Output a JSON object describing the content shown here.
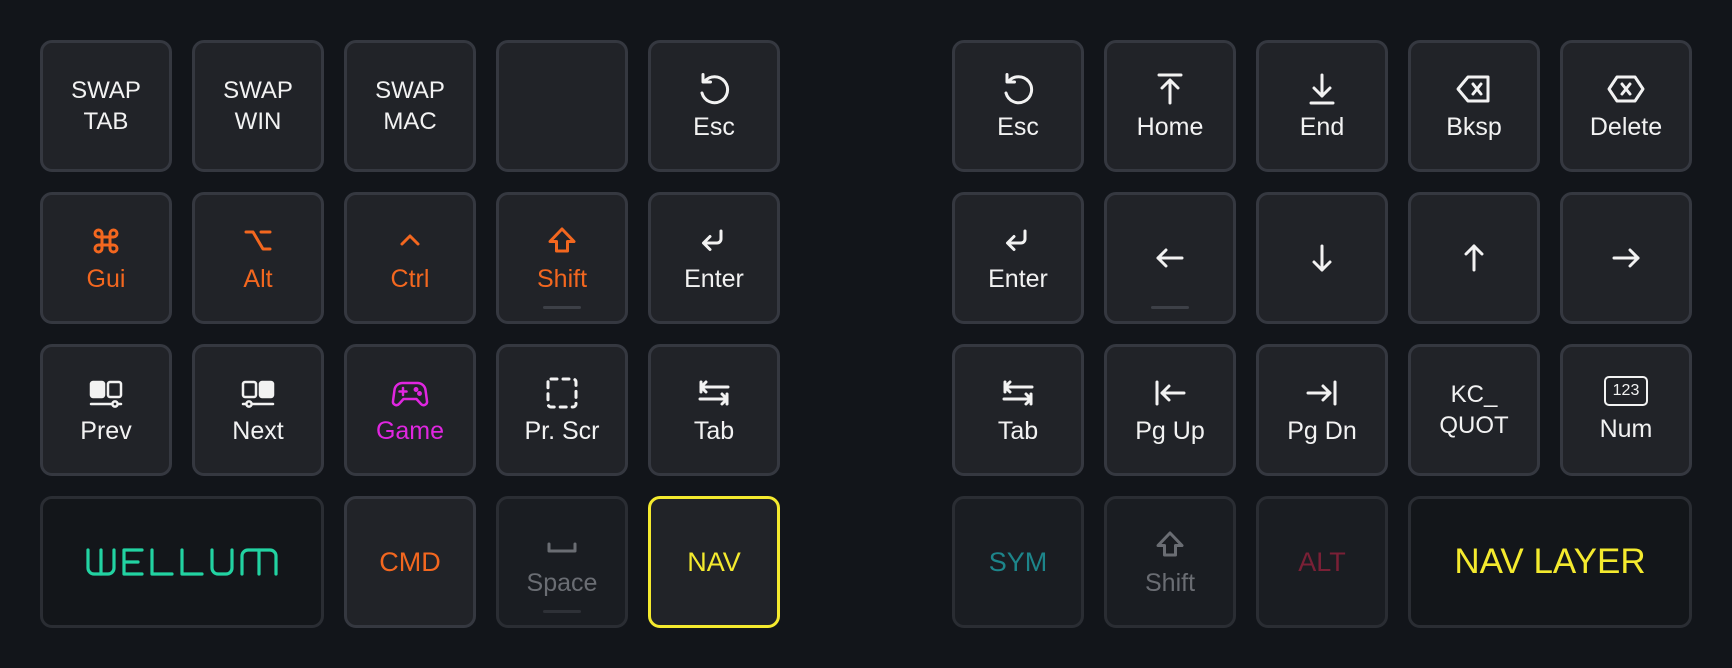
{
  "left_hand": {
    "swap_tab": [
      "SWAP",
      "TAB"
    ],
    "swap_win": [
      "SWAP",
      "WIN"
    ],
    "swap_mac": [
      "SWAP",
      "MAC"
    ],
    "esc": "Esc",
    "gui": "Gui",
    "alt": "Alt",
    "ctrl": "Ctrl",
    "shift": "Shift",
    "enter": "Enter",
    "prev": "Prev",
    "next": "Next",
    "game": "Game",
    "print_screen": "Pr. Scr",
    "tab": "Tab",
    "logo": "WELLUM",
    "cmd": "CMD",
    "space": "Space",
    "nav": "NAV"
  },
  "right_hand": {
    "esc": "Esc",
    "home": "Home",
    "end": "End",
    "backspace": "Bksp",
    "delete": "Delete",
    "enter": "Enter",
    "tab": "Tab",
    "page_up": "Pg Up",
    "page_down": "Pg Dn",
    "quote": [
      "KC_",
      "QUOT"
    ],
    "num": "Num",
    "num_icon_text": "123",
    "sym": "SYM",
    "shift": "Shift",
    "alt": "ALT",
    "layer_name": "NAV LAYER"
  },
  "colors": {
    "background": "#12151a",
    "key": "#212328",
    "key_border": "#353840",
    "modifier": "#f3671f",
    "game": "#e026e0",
    "active_layer": "#f4ea2e",
    "sym_layer": "#1d858a",
    "alt_layer": "#7a2036",
    "logo": "#22d3a2"
  },
  "icons": [
    "undo-icon",
    "home-icon",
    "end-icon",
    "backspace-icon",
    "delete-icon",
    "command-icon",
    "option-icon",
    "control-icon",
    "shift-icon",
    "enter-icon",
    "prev-desktop-icon",
    "next-desktop-icon",
    "gamepad-icon",
    "screenshot-icon",
    "tab-icon",
    "space-icon",
    "arrow-left-icon",
    "arrow-down-icon",
    "arrow-up-icon",
    "arrow-right-icon",
    "page-up-icon",
    "page-down-icon",
    "number-pad-icon"
  ]
}
